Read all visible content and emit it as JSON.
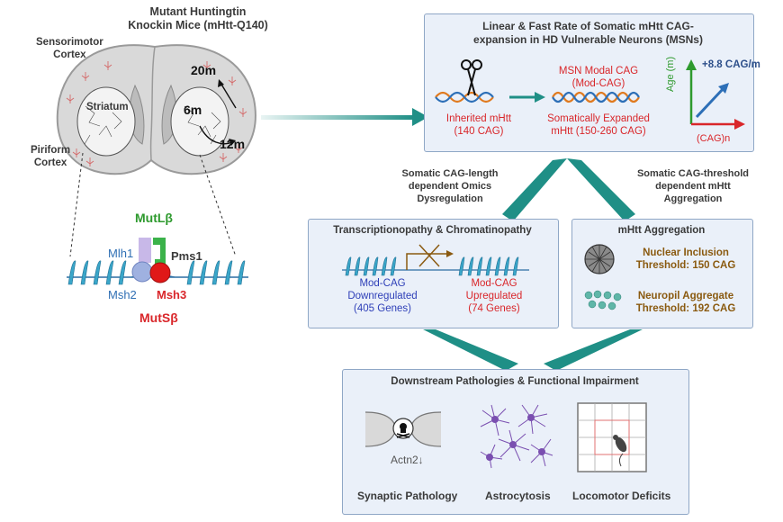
{
  "brain": {
    "title_line1": "Mutant Huntingtin",
    "title_line2": "Knockin Mice (mHtt-Q140)",
    "sensorimotor_line1": "Sensorimotor",
    "sensorimotor_line2": "Cortex",
    "striatum": "Striatum",
    "piriform_line1": "Piriform",
    "piriform_line2": "Cortex",
    "age_20m": "20m",
    "age_6m": "6m",
    "age_12m": "12m"
  },
  "mmr": {
    "mutl": "MutLβ",
    "mlh1": "Mlh1",
    "pms1": "Pms1",
    "msh2": "Msh2",
    "msh3": "Msh3",
    "muts": "MutSβ"
  },
  "expansion_box": {
    "title_line1": "Linear & Fast Rate of Somatic mHtt CAG-",
    "title_line2": "expansion in HD Vulnerable Neurons (MSNs)",
    "msn_line1": "MSN Modal CAG",
    "msn_line2": "(Mod-CAG)",
    "inherited_line1": "Inherited mHtt",
    "inherited_line2": "(140 CAG)",
    "expanded_line1": "Somatically Expanded",
    "expanded_line2": "mHtt (150-260 CAG)",
    "rate": "+8.8 CAG/m",
    "y_axis": "Age (m)",
    "x_axis": "(CAG)n"
  },
  "branch_labels": {
    "left_line1": "Somatic CAG-length",
    "left_line2": "dependent Omics",
    "left_line3": "Dysregulation",
    "right_line1": "Somatic CAG-threshold",
    "right_line2": "dependent mHtt",
    "right_line3": "Aggregation"
  },
  "transcription_box": {
    "title": "Transcriptionopathy & Chromatinopathy",
    "down_line1": "Mod-CAG",
    "down_line2": "Downregulated",
    "down_line3": "(405 Genes)",
    "up_line1": "Mod-CAG",
    "up_line2": "Upregulated",
    "up_line3": "(74 Genes)"
  },
  "aggregation_box": {
    "title": "mHtt Aggregation",
    "nuclear_line1": "Nuclear Inclusion",
    "nuclear_line2": "Threshold: 150 CAG",
    "neuropil_line1": "Neuropil Aggregate",
    "neuropil_line2": "Threshold: 192 CAG"
  },
  "downstream_box": {
    "title": "Downstream Pathologies & Functional Impairment",
    "actn2": "Actn2↓",
    "synaptic": "Synaptic Pathology",
    "astro": "Astrocytosis",
    "locomotor": "Locomotor Deficits"
  },
  "colors": {
    "box_fill": "#eaf0f9",
    "box_border": "#8fa7c6",
    "teal_arrow": "#1f8f86",
    "red": "#d9262a",
    "blue": "#2e3fb8",
    "green": "#2e9a2e",
    "brown": "#8a5a10",
    "dna_blue": "#3aa6c9"
  }
}
